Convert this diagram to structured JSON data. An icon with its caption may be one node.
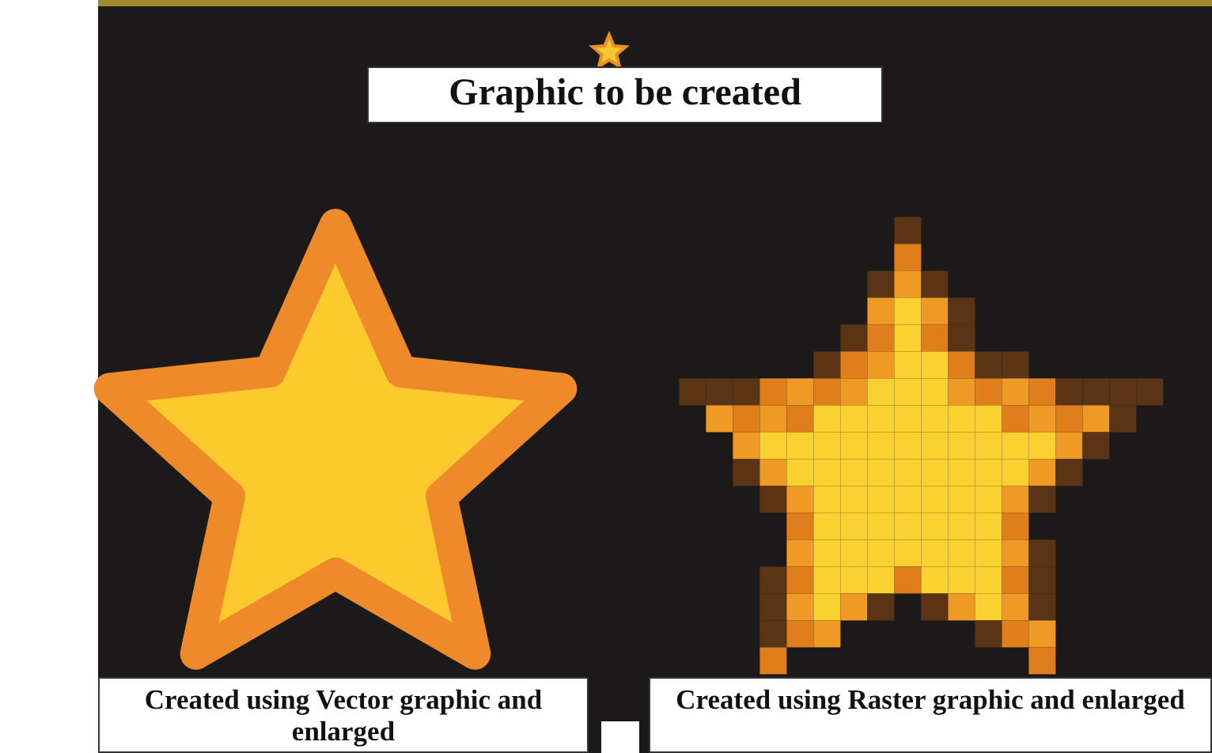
{
  "diagram": {
    "labels": [
      "Graphic to be created",
      "Created using Vector graphic and enlarged",
      "Created using Raster graphic and enlarged"
    ]
  }
}
